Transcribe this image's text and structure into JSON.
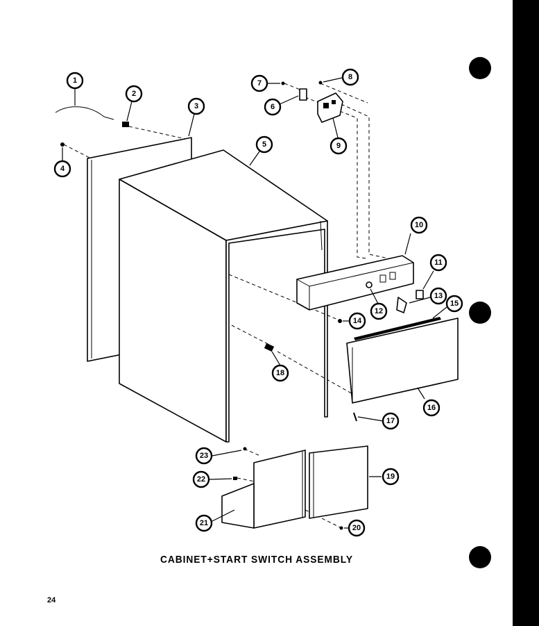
{
  "diagram": {
    "caption": "CABINET+START SWITCH ASSEMBLY",
    "page_number": "24",
    "callouts": [
      "1",
      "2",
      "3",
      "4",
      "5",
      "6",
      "7",
      "8",
      "9",
      "10",
      "11",
      "12",
      "13",
      "14",
      "15",
      "16",
      "17",
      "18",
      "19",
      "20",
      "21",
      "22",
      "23"
    ]
  }
}
